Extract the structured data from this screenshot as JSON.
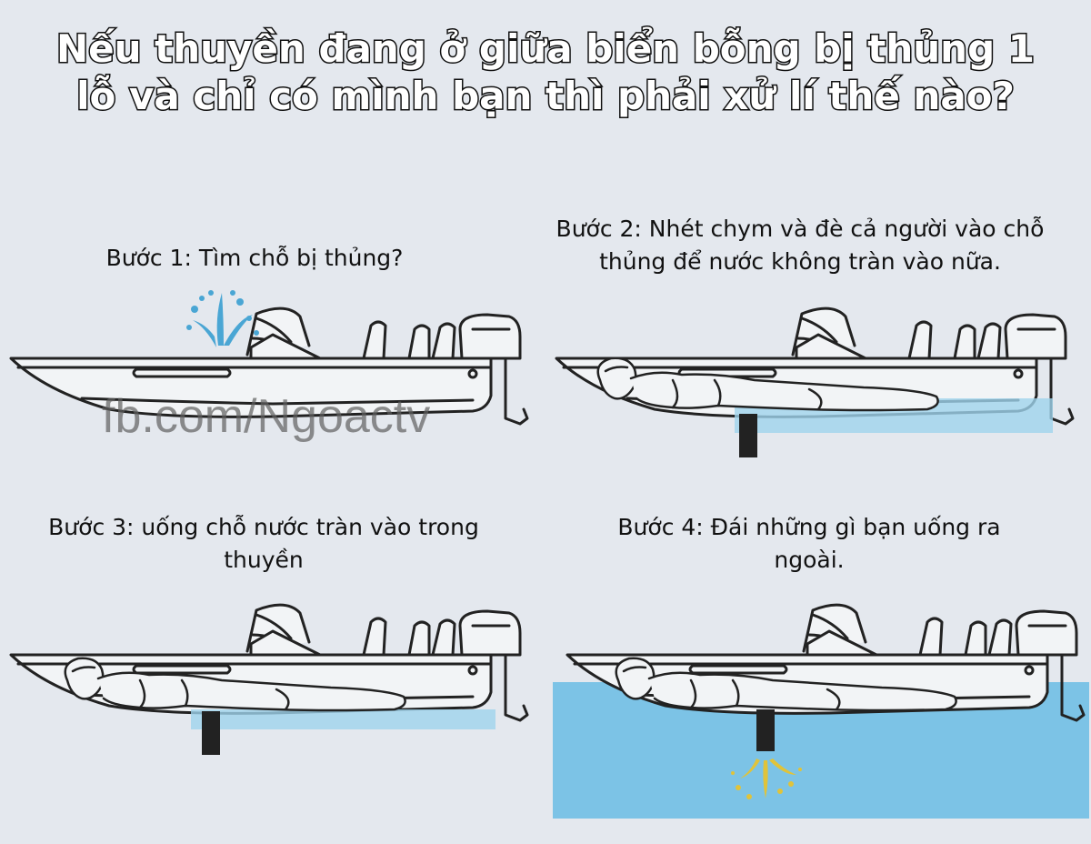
{
  "title": "Nếu thuyền đang ở giữa biển bỗng bị thủng 1 lỗ và chỉ có mình bạn thì phải xử lí thế nào?",
  "steps": [
    {
      "caption": "Bước 1: Tìm chỗ bị thủng?"
    },
    {
      "caption": "Bước 2: Nhét chym và đè cả người vào chỗ thủng để nước không tràn vào nữa."
    },
    {
      "caption": "Bước 3: uống chỗ nước tràn vào trong thuyền"
    },
    {
      "caption": "Bước 4: Đái những gì bạn uống ra ngoài."
    }
  ],
  "watermark": "fb.com/Ngoactv",
  "colors": {
    "background": "#e4e8ee",
    "water": "#9fd3ec",
    "sea": "#7cc3e6",
    "spray": "#4aa6d4",
    "urine": "#e0c33a",
    "plug": "#222222"
  }
}
